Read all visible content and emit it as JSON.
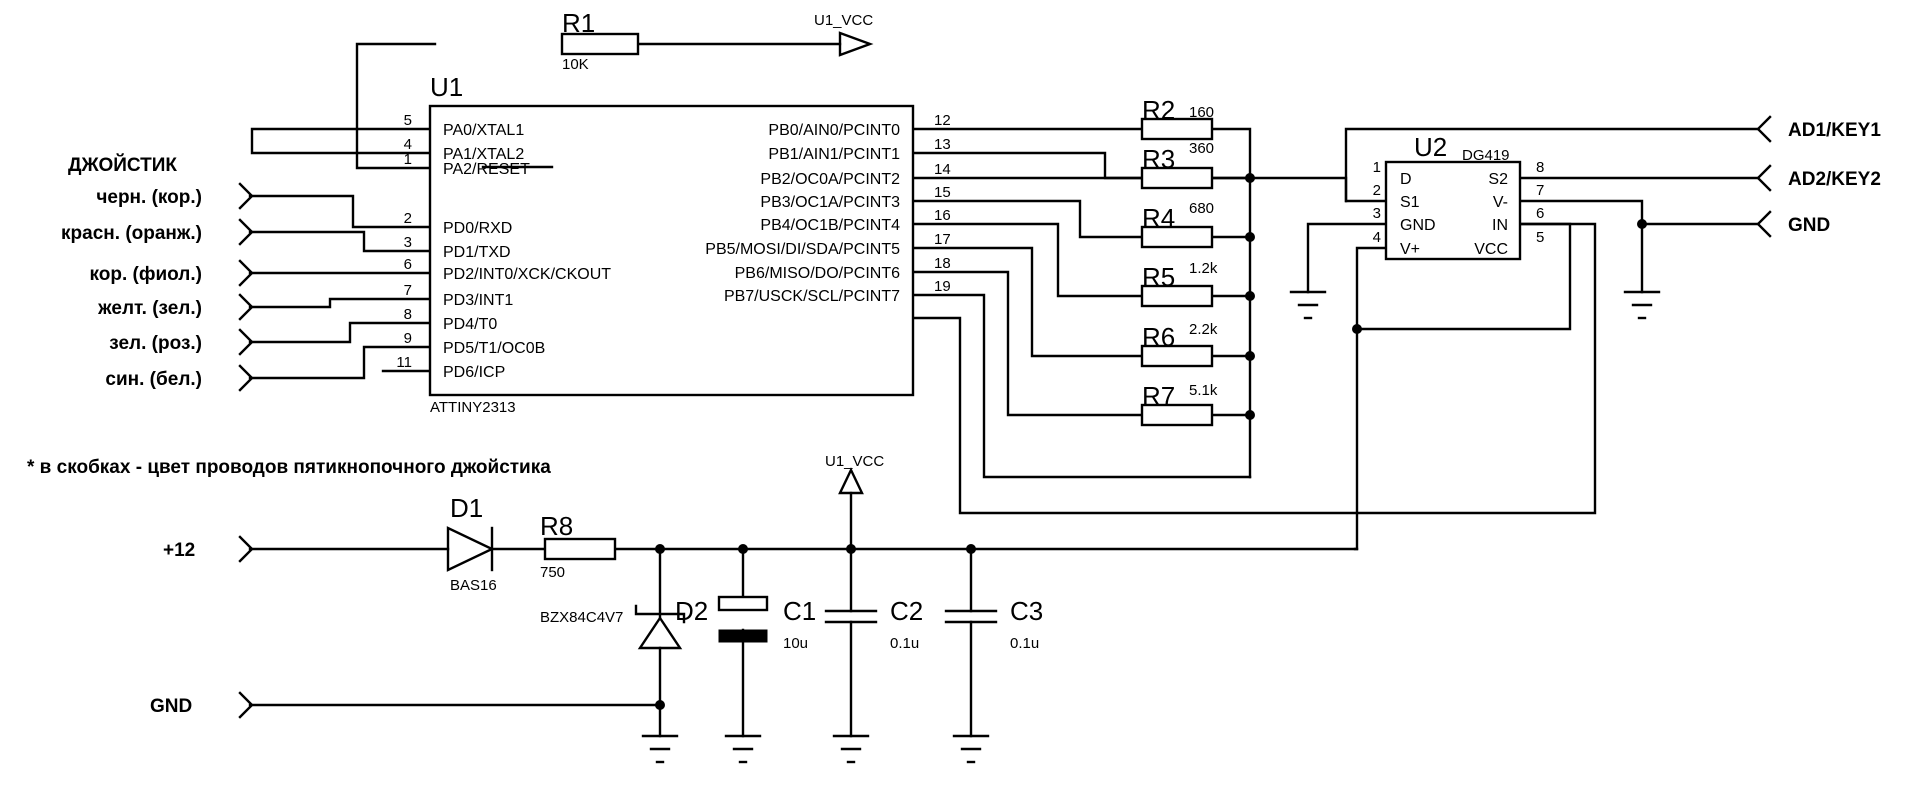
{
  "title": "",
  "joystick": {
    "heading": "ДЖОЙСТИК",
    "wires": [
      "черн. (кор.)",
      "красн. (оранж.)",
      "кор. (фиол.)",
      "желт. (зел.)",
      "зел. (роз.)",
      "син. (бел.)"
    ]
  },
  "note": "* в скобках - цвет проводов пятикнопочного джойстика",
  "inputs": {
    "p12": "+12",
    "gnd": "GND"
  },
  "outputs": {
    "ad1": "AD1/KEY1",
    "ad2": "AD2/KEY2",
    "gnd": "GND"
  },
  "u1": {
    "ref": "U1",
    "part": "ATTINY2313",
    "left_pins": [
      {
        "num": "5",
        "name": "PA0/XTAL1"
      },
      {
        "num": "4",
        "name": "PA1/XTAL2"
      },
      {
        "num": "1",
        "name": "PA2/RESET"
      },
      {
        "num": "2",
        "name": "PD0/RXD"
      },
      {
        "num": "3",
        "name": "PD1/TXD"
      },
      {
        "num": "6",
        "name": "PD2/INT0/XCK/CKOUT"
      },
      {
        "num": "7",
        "name": "PD3/INT1"
      },
      {
        "num": "8",
        "name": "PD4/T0"
      },
      {
        "num": "9",
        "name": "PD5/T1/OC0B"
      },
      {
        "num": "11",
        "name": "PD6/ICP"
      }
    ],
    "right_pins": [
      {
        "num": "12",
        "name": "PB0/AIN0/PCINT0"
      },
      {
        "num": "13",
        "name": "PB1/AIN1/PCINT1"
      },
      {
        "num": "14",
        "name": "PB2/OC0A/PCINT2"
      },
      {
        "num": "15",
        "name": "PB3/OC1A/PCINT3"
      },
      {
        "num": "16",
        "name": "PB4/OC1B/PCINT4"
      },
      {
        "num": "17",
        "name": "PB5/MOSI/DI/SDA/PCINT5"
      },
      {
        "num": "18",
        "name": "PB6/MISO/DO/PCINT6"
      },
      {
        "num": "19",
        "name": "PB7/USCK/SCL/PCINT7"
      }
    ]
  },
  "u2": {
    "ref": "U2",
    "part": "DG419",
    "pins": [
      {
        "num": "1",
        "name": "D"
      },
      {
        "num": "8",
        "name": "S2"
      },
      {
        "num": "2",
        "name": "S1"
      },
      {
        "num": "7",
        "name": "V-"
      },
      {
        "num": "3",
        "name": "GND"
      },
      {
        "num": "6",
        "name": "IN"
      },
      {
        "num": "4",
        "name": "V+"
      },
      {
        "num": "5",
        "name": "VCC"
      }
    ]
  },
  "resistors": [
    {
      "ref": "R1",
      "value": "10K"
    },
    {
      "ref": "R2",
      "value": "160"
    },
    {
      "ref": "R3",
      "value": "360"
    },
    {
      "ref": "R4",
      "value": "680"
    },
    {
      "ref": "R5",
      "value": "1.2k"
    },
    {
      "ref": "R6",
      "value": "2.2k"
    },
    {
      "ref": "R7",
      "value": "5.1k"
    },
    {
      "ref": "R8",
      "value": "750"
    }
  ],
  "diodes": [
    {
      "ref": "D1",
      "value": "BAS16"
    },
    {
      "ref": "D2",
      "value": "BZX84C4V7"
    }
  ],
  "capacitors": [
    {
      "ref": "C1",
      "value": "10u"
    },
    {
      "ref": "C2",
      "value": "0.1u"
    },
    {
      "ref": "C3",
      "value": "0.1u"
    }
  ],
  "vcc_label": "U1_VCC"
}
